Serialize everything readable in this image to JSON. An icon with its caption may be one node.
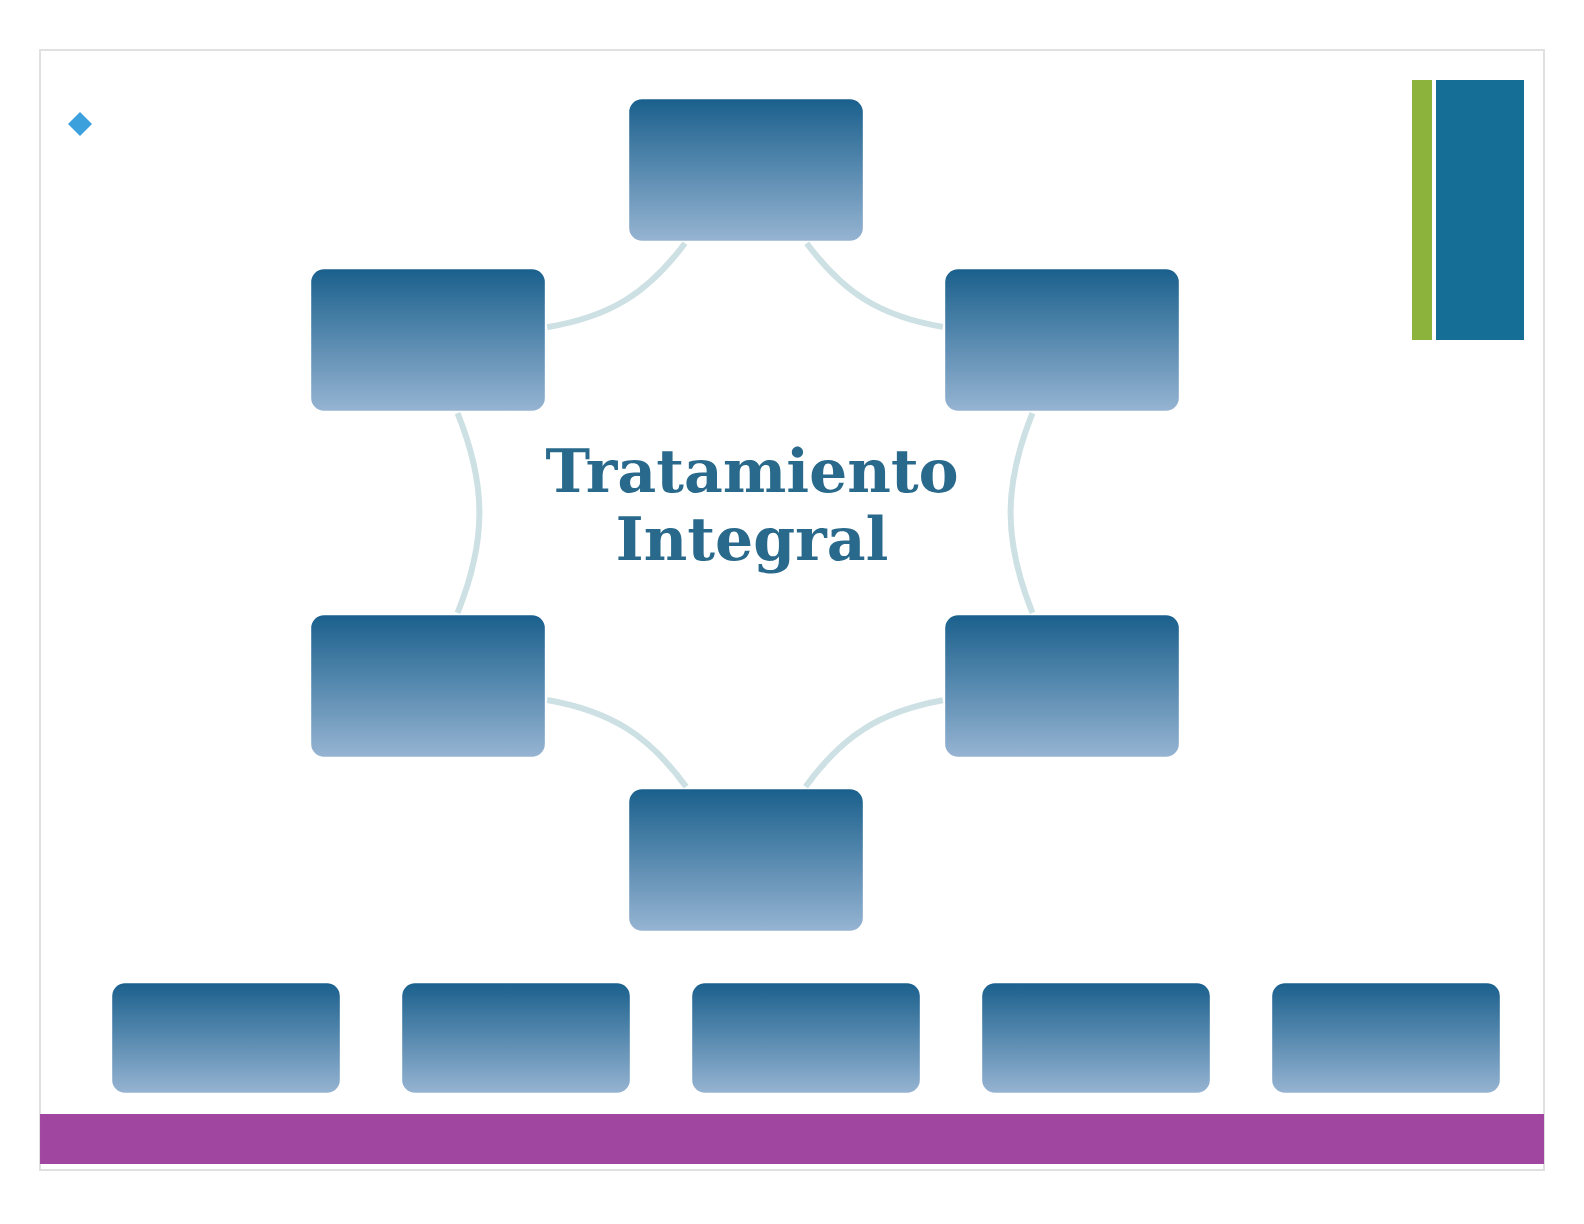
{
  "diagram": {
    "title": "Tratamiento Integral",
    "nodes": [
      {
        "text": [],
        "shape": "box"
      },
      {
        "text": [],
        "shape": "box"
      },
      {
        "text": [],
        "shape": "box"
      },
      {
        "text": [],
        "shape": "box"
      },
      {
        "text": [],
        "shape": "box"
      },
      {
        "text": [],
        "shape": "box"
      },
      {
        "text": [],
        "shape": "box"
      },
      {
        "text": [],
        "shape": "box"
      },
      {
        "text": [],
        "shape": "box"
      },
      {
        "text": [],
        "shape": "box"
      },
      {
        "text": [],
        "shape": "box"
      }
    ],
    "edges": [
      {
        "from": 0,
        "to": 2,
        "arrow": "none"
      },
      {
        "from": 2,
        "to": 4,
        "arrow": "none"
      },
      {
        "from": 4,
        "to": 5,
        "arrow": "none"
      },
      {
        "from": 5,
        "to": 3,
        "arrow": "none"
      },
      {
        "from": 3,
        "to": 1,
        "arrow": "none"
      },
      {
        "from": 1,
        "to": 0,
        "arrow": "none"
      }
    ]
  }
}
